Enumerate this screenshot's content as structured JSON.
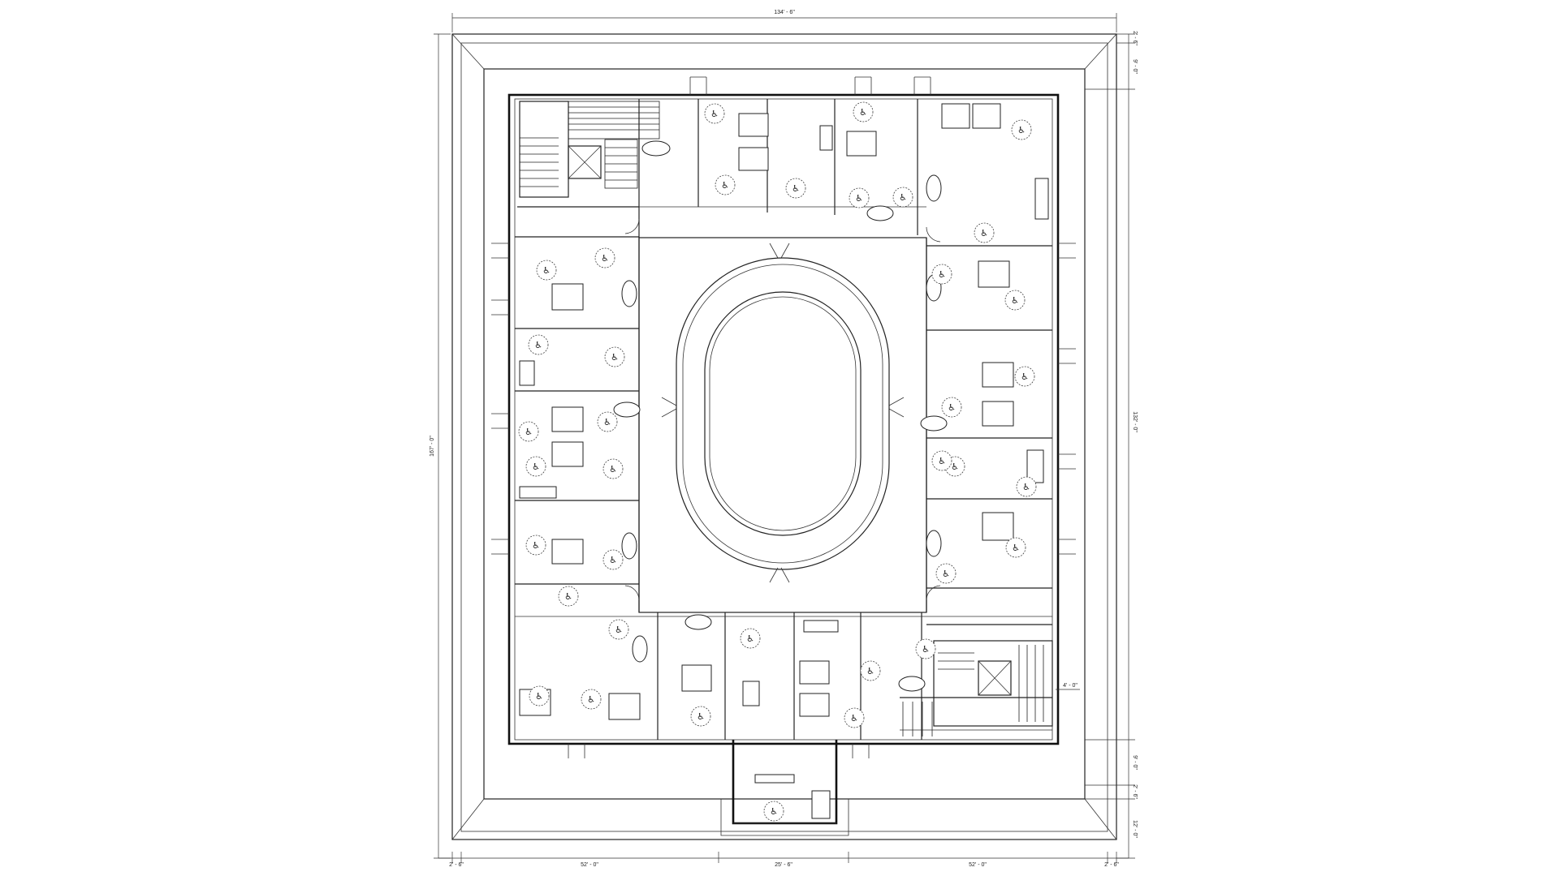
{
  "drawing": {
    "dimensions": {
      "top_width": "134' - 6\"",
      "left_height": "167' - 0\"",
      "right_height": "132' - 0\"",
      "right_top_a": "2' - 6\"",
      "right_top_b": "9' - 0\"",
      "right_mid": "4' - 0\"",
      "right_bottom_a": "9' - 0\"",
      "right_bottom_b": "2' - 6\"",
      "right_bottom_c": "12' - 0\"",
      "bottom_left_edge": "2' - 6\"",
      "bottom_left": "52' - 0\"",
      "bottom_center": "25' - 6\"",
      "bottom_right": "52' - 0\"",
      "bottom_right_edge": "2' - 6\""
    },
    "icons": {
      "accessibility": "wheelchair-icon",
      "symbol": "♿"
    },
    "colors": {
      "line": "#222222",
      "background": "#ffffff"
    }
  }
}
